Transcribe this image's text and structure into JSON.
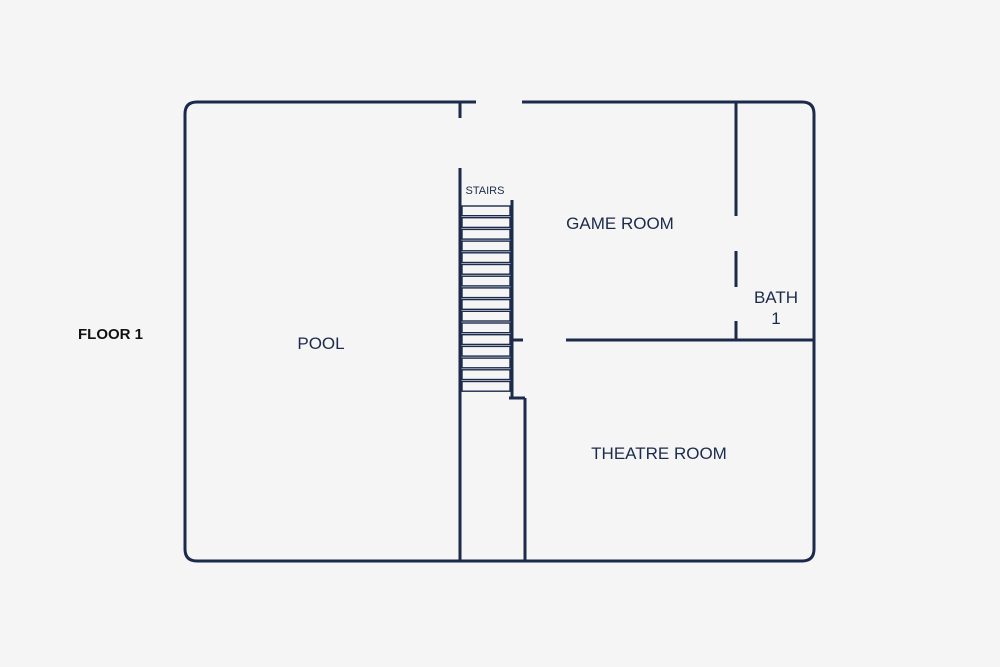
{
  "floor_label": "FLOOR 1",
  "rooms": {
    "pool": "POOL",
    "stairs": "STAIRS",
    "game_room": "GAME ROOM",
    "bath_line1": "BATH",
    "bath_line2": "1",
    "theatre_room": "THEATRE ROOM"
  },
  "colors": {
    "wall": "#1c2b4b",
    "background": "#f5f5f5"
  }
}
